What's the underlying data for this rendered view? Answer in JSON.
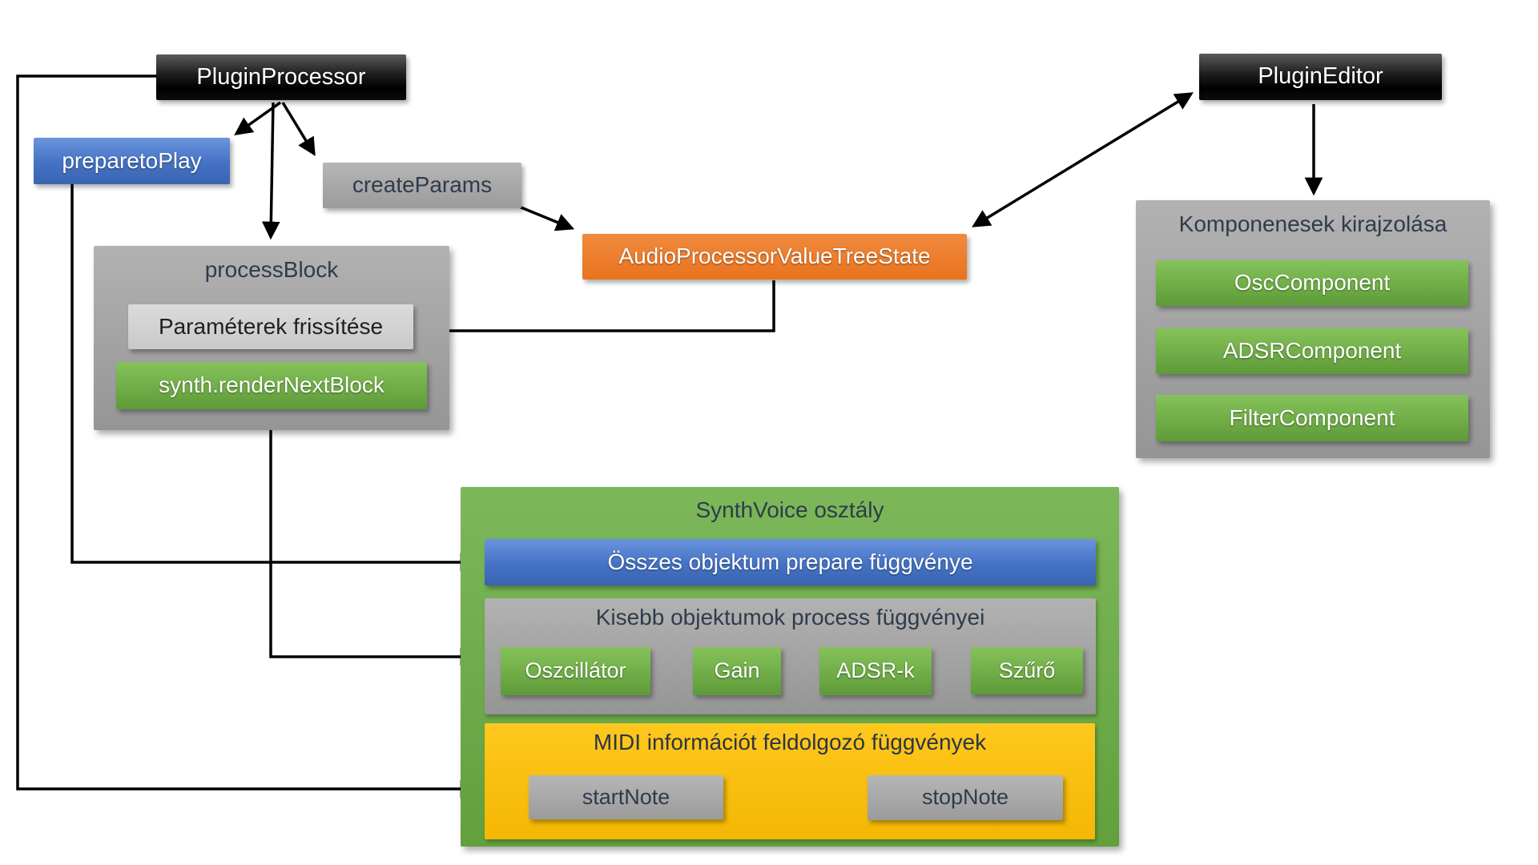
{
  "diagram": {
    "plugin_processor": "PluginProcessor",
    "plugin_editor": "PluginEditor",
    "prepare_to_play": "preparetoPlay",
    "create_params": "createParams",
    "apvts": "AudioProcessorValueTreeState",
    "process_block": {
      "title": "processBlock",
      "param_update": "Paraméterek frissítése",
      "render_next_block": "synth.renderNextBlock"
    },
    "components_panel": {
      "title": "Komponenesek kirajzolása",
      "items": [
        "OscComponent",
        "ADSRComponent",
        "FilterComponent"
      ]
    },
    "synth_voice": {
      "title": "SynthVoice osztály",
      "prepare_bar": "Összes objektum prepare függvénye",
      "process_group": {
        "title": "Kisebb objektumok process függvényei",
        "chain": [
          "Oszcillátor",
          "Gain",
          "ADSR-k",
          "Szűrő"
        ]
      },
      "midi_group": {
        "title": "MIDI információt feldolgozó függvények",
        "buttons": [
          "startNote",
          "stopNote"
        ]
      }
    },
    "colors": {
      "black_box": "#000000",
      "blue": "#4472C4",
      "green": "#70AD47",
      "orange": "#ED7D31",
      "yellow": "#FFC000",
      "gray": "#A6A6A6",
      "silver": "#D9D9D9",
      "dark_text": "#2F3B4C",
      "wire": "#000000"
    }
  }
}
